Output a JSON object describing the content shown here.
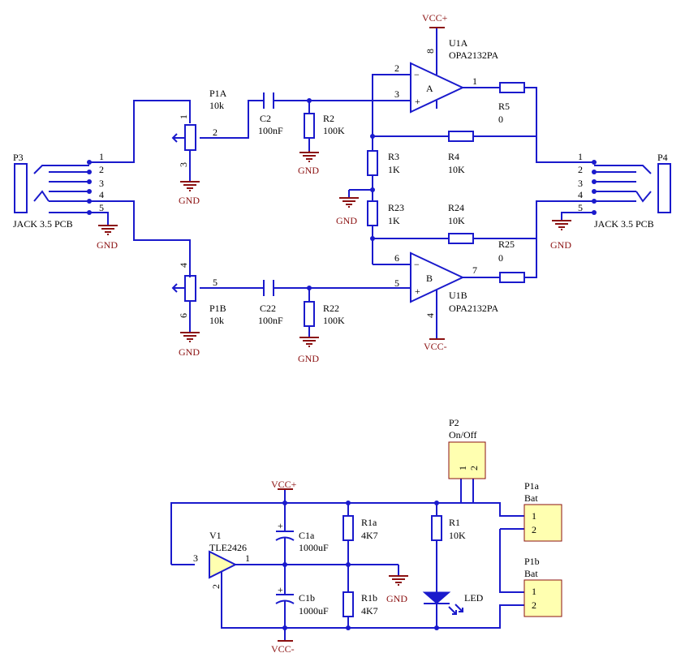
{
  "components": {
    "P1A": {
      "ref": "P1A",
      "value": "10k"
    },
    "P1B": {
      "ref": "P1B",
      "value": "10k"
    },
    "C2": {
      "ref": "C2",
      "value": "100nF"
    },
    "C22": {
      "ref": "C22",
      "value": "100nF"
    },
    "R2": {
      "ref": "R2",
      "value": "100K"
    },
    "R22": {
      "ref": "R22",
      "value": "100K"
    },
    "R3": {
      "ref": "R3",
      "value": "1K"
    },
    "R23": {
      "ref": "R23",
      "value": "1K"
    },
    "R4": {
      "ref": "R4",
      "value": "10K"
    },
    "R24": {
      "ref": "R24",
      "value": "10K"
    },
    "R5": {
      "ref": "R5",
      "value": "0"
    },
    "R25": {
      "ref": "R25",
      "value": "0"
    },
    "U1A": {
      "ref": "U1A",
      "value": "OPA2132PA",
      "unit": "A"
    },
    "U1B": {
      "ref": "U1B",
      "value": "OPA2132PA",
      "unit": "B"
    },
    "P3": {
      "ref": "P3",
      "value": "JACK 3.5 PCB"
    },
    "P4": {
      "ref": "P4",
      "value": "JACK 3.5 PCB"
    },
    "P2": {
      "ref": "P2",
      "value": "On/Off"
    },
    "V1": {
      "ref": "V1",
      "value": "TLE2426"
    },
    "C1a": {
      "ref": "C1a",
      "value": "1000uF"
    },
    "C1b": {
      "ref": "C1b",
      "value": "1000uF"
    },
    "R1a": {
      "ref": "R1a",
      "value": "4K7"
    },
    "R1b": {
      "ref": "R1b",
      "value": "4K7"
    },
    "R1": {
      "ref": "R1",
      "value": "10K"
    },
    "LED": {
      "ref": "LED"
    },
    "P1a": {
      "ref": "P1a",
      "value": "Bat"
    },
    "P1b": {
      "ref": "P1b",
      "value": "Bat"
    }
  },
  "nets": {
    "vcc_pos": "VCC+",
    "vcc_neg": "VCC-",
    "gnd": "GND"
  },
  "pins": {
    "n1": "1",
    "n2": "2",
    "n3": "3",
    "n4": "4",
    "n5": "5",
    "n6": "6",
    "n7": "7",
    "n8": "8",
    "minus": "−",
    "plus": "+"
  },
  "colors": {
    "wire": "#1a1acc",
    "power": "#8b1010",
    "connector_fill": "#ffffb0"
  }
}
